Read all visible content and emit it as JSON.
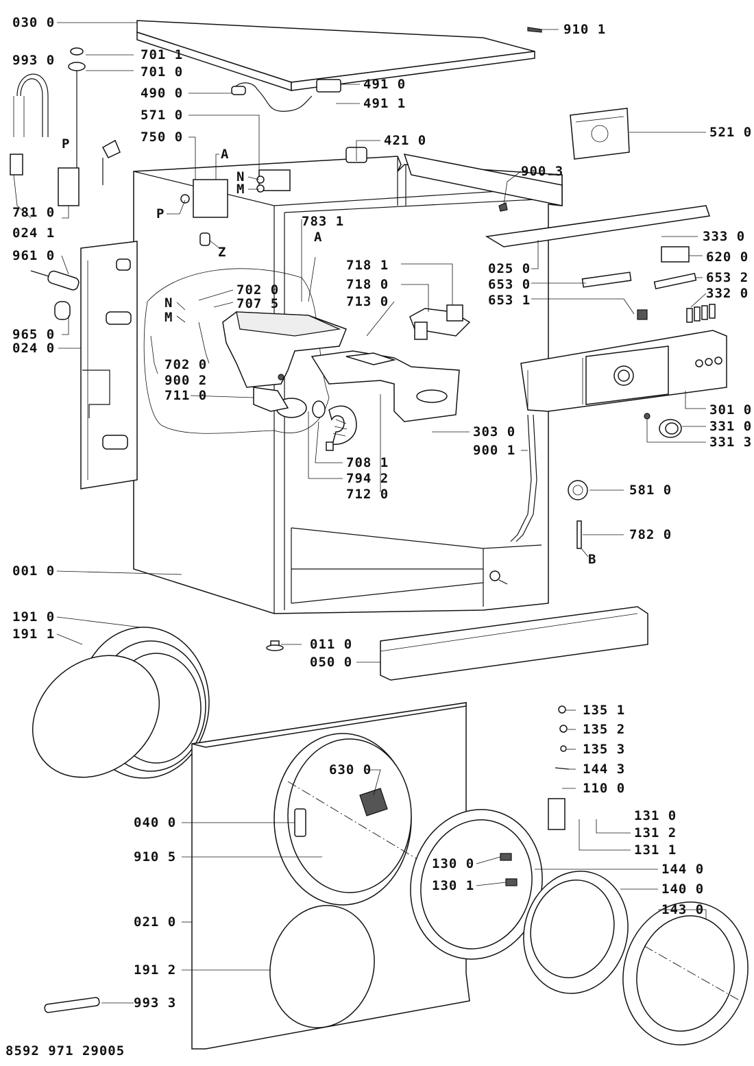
{
  "document_number": "8592 971 29005",
  "labels": {
    "l0300": "030 0",
    "l9101": "910 1",
    "l9930": "993 0",
    "l7011": "701 1",
    "l7010": "701 0",
    "l4900": "490 0",
    "l4910": "491 0",
    "l4911": "491 1",
    "l5710": "571 0",
    "l7500": "750 0",
    "l5210": "521 0",
    "l4210": "421 0",
    "lA1": "A",
    "l9003": "900 3",
    "lN1": "N",
    "lM1": "M",
    "lP1": "P",
    "lP2": "P",
    "l7810": "781 0",
    "l0241": "024 1",
    "lZ": "Z",
    "l7831": "783 1",
    "lA2": "A",
    "l3330": "333 0",
    "l6200": "620 0",
    "l9610": "961 0",
    "l0250": "025 0",
    "l6530": "653 0",
    "l6532": "653 2",
    "l6531": "653 1",
    "l3320": "332 0",
    "l7020a": "702 0",
    "l7075": "707 5",
    "lN2": "N",
    "lM2": "M",
    "l7181": "718 1",
    "l7180": "718 0",
    "l7130": "713 0",
    "l9650": "965 0",
    "l0240": "024 0",
    "l7020b": "702 0",
    "l9002": "900 2",
    "l7110": "711 0",
    "l3010": "301 0",
    "l3310": "331 0",
    "l3313": "331 3",
    "l3030": "303 0",
    "l9001": "900 1",
    "l7081": "708 1",
    "l7942": "794 2",
    "l7120": "712 0",
    "l5810": "581 0",
    "l7820": "782 0",
    "lB": "B",
    "l0010": "001 0",
    "l1910": "191 0",
    "l1911": "191 1",
    "l0110": "011 0",
    "l0500": "050 0",
    "l1351": "135 1",
    "l1352": "135 2",
    "l1353": "135 3",
    "l1443": "144 3",
    "l6300": "630 0",
    "l1100": "110 0",
    "l0400": "040 0",
    "l1310": "131 0",
    "l1312": "131 2",
    "l1311": "131 1",
    "l9105": "910 5",
    "l1300": "130 0",
    "l1440": "144 0",
    "l1301": "130 1",
    "l1400": "140 0",
    "l1430": "143 0",
    "l0210": "021 0",
    "l1912": "191 2",
    "l9933": "993 3"
  }
}
